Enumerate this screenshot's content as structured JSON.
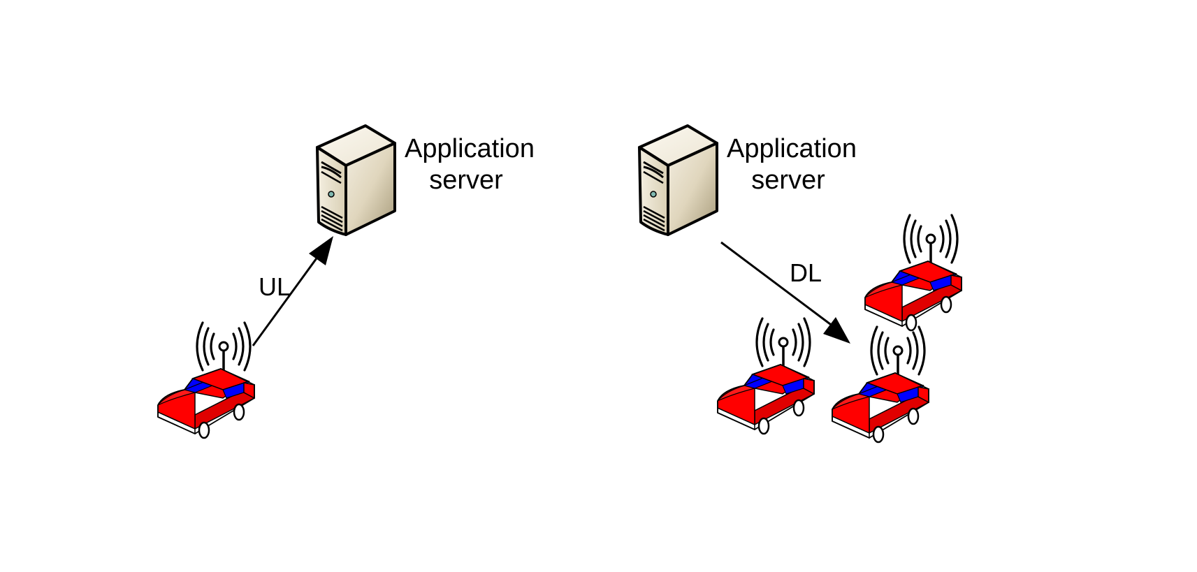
{
  "diagram": {
    "uplink": {
      "server_label_line1": "Application",
      "server_label_line2": "server",
      "link_label": "UL"
    },
    "downlink": {
      "server_label_line1": "Application",
      "server_label_line2": "server",
      "link_label": "DL"
    }
  },
  "colors": {
    "car_body": "#ff0000",
    "car_window": "#0000ff",
    "server_body": "#e8e0cc",
    "stroke": "#000000"
  },
  "icons": {
    "server": "server-icon",
    "vehicle": "car-icon",
    "antenna": "antenna-icon"
  }
}
